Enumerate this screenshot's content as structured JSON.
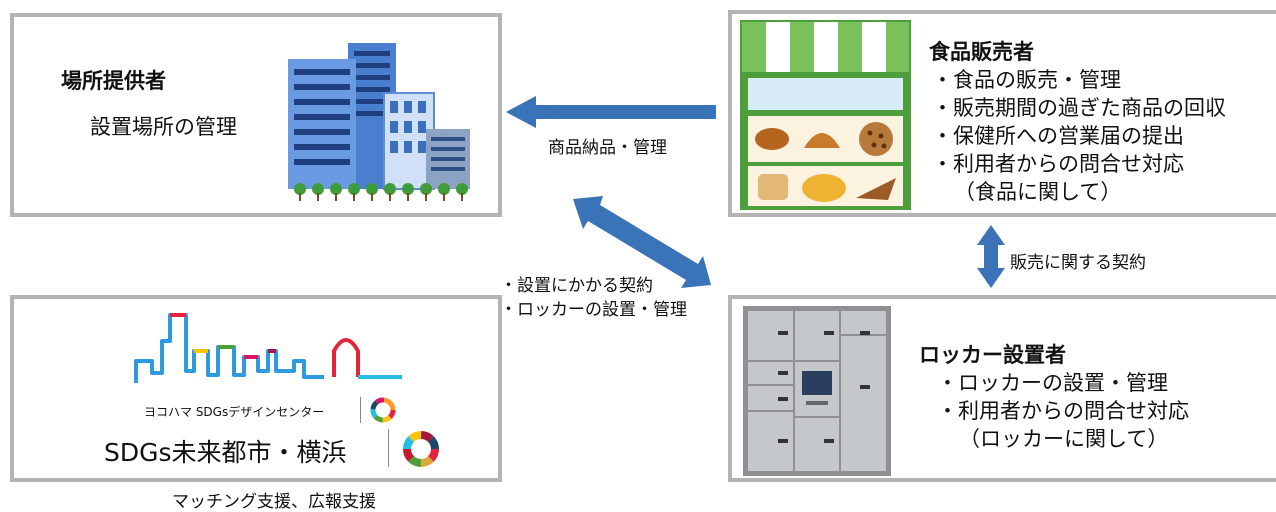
{
  "boxes": {
    "place_provider": {
      "title": "場所提供者",
      "items": [
        "設置場所の管理"
      ]
    },
    "food_seller": {
      "title": "食品販売者",
      "items": [
        "・食品の販売・管理",
        "・販売期間の過ぎた商品の回収",
        "・保健所への営業届の提出",
        "・利用者からの問合せ対応",
        "（食品に関して）"
      ]
    },
    "locker_installer": {
      "title": "ロッカー設置者",
      "items": [
        "・ロッカーの設置・管理",
        "・利用者からの問合せ対応",
        "（ロッカーに関して）"
      ]
    },
    "yokohama": {
      "center_label": "ヨコハマ SDGsデザインセンター",
      "city_label": "SDGs未来都市・横浜",
      "caption": "マッチング支援、広報支援"
    }
  },
  "arrows": {
    "delivery": "商品納品・管理",
    "install_contract": [
      "・設置にかかる契約",
      "・ロッカーの設置・管理"
    ],
    "sales_contract": "販売に関する契約"
  },
  "colors": {
    "arrow": "#3a73b8",
    "box_border": "#b4b4b4",
    "awning_green": "#5fb244",
    "building_blue": "#5b8ed6"
  },
  "icons": [
    "office-buildings-icon",
    "bakery-stall-icon",
    "locker-icon",
    "skyline-logo-icon",
    "sdgs-wheel-icon"
  ]
}
